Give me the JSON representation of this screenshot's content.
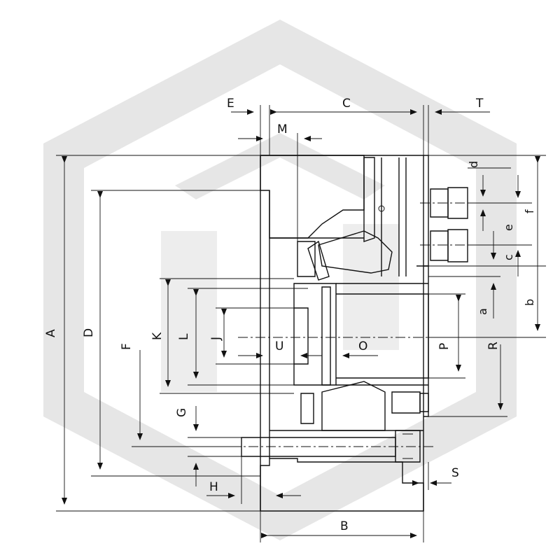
{
  "labels": {
    "A": "A",
    "B": "B",
    "C": "C",
    "D": "D",
    "E": "E",
    "F": "F",
    "G": "G",
    "H": "H",
    "J": "J",
    "K": "K",
    "L": "L",
    "M": "M",
    "O": "O",
    "P": "P",
    "R": "R",
    "S": "S",
    "T": "T",
    "U": "U",
    "a": "a",
    "b": "b",
    "c": "c",
    "d": "d",
    "e": "e",
    "f": "f"
  },
  "colors": {
    "line": "#111111",
    "watermark": "#e6e6e6",
    "background": "#ffffff"
  }
}
